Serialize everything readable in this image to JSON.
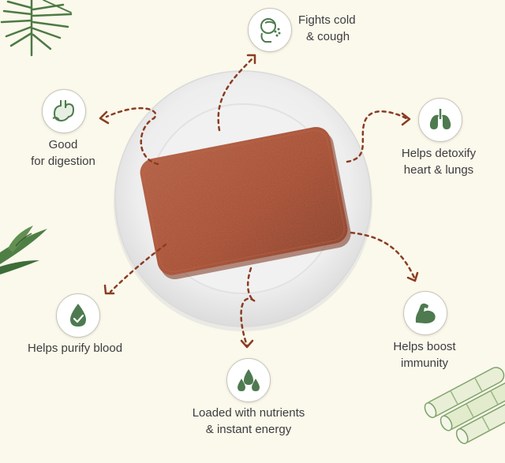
{
  "colors": {
    "background": "#fbf8ec",
    "icon_green": "#4e7a4f",
    "arrow_brown": "#8a3d22",
    "jaggery": "#a64a2a",
    "plate": "#ededed"
  },
  "benefits": [
    {
      "icon": "cough-icon",
      "line1": "Fights cold",
      "line2": "& cough"
    },
    {
      "icon": "stomach-icon",
      "line1": "Good",
      "line2": "for digestion"
    },
    {
      "icon": "lungs-icon",
      "line1": "Helps detoxify",
      "line2": "heart & lungs"
    },
    {
      "icon": "blood-drop-icon",
      "line1": "Helps purify blood",
      "line2": ""
    },
    {
      "icon": "muscle-icon",
      "line1": "Helps boost",
      "line2": "immunity"
    },
    {
      "icon": "nutrient-drops-icon",
      "line1": "Loaded with nutrients",
      "line2": "& instant energy"
    }
  ]
}
